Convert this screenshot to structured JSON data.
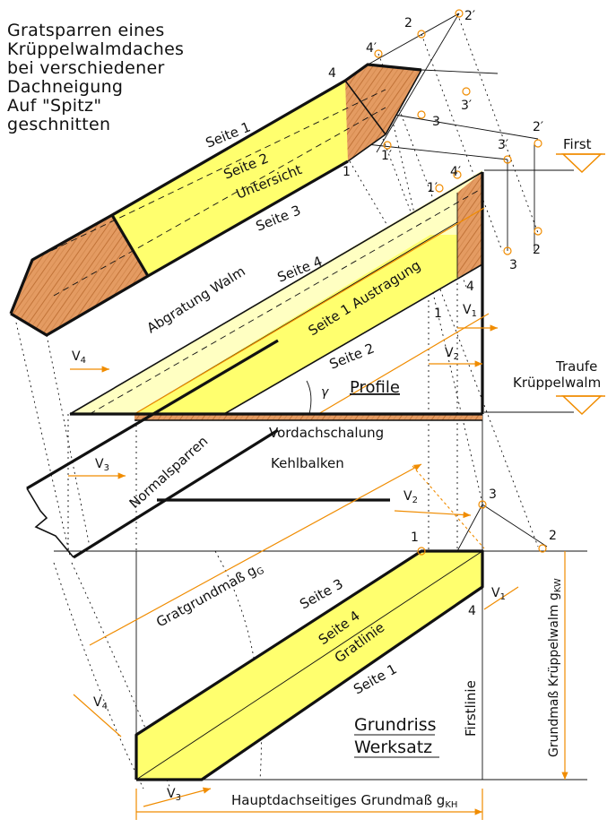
{
  "title_lines": [
    "Gratsparren eines",
    "Krüppelwalmdaches",
    "bei verschiedener",
    "Dachneigung",
    "Auf \"Spitz\"",
    "geschnitten"
  ],
  "labels": {
    "seite1_top": "Seite 1",
    "seite2_top": "Seite 2",
    "untersicht": "Untersicht",
    "seite3_top": "Seite 3",
    "seite4_mid": "Seite 4",
    "abgratung": "Abgratung Walm",
    "seite1_austragung": "Seite 1 Austragung",
    "seite2_mid": "Seite 2",
    "profile": "Profile",
    "vordachschalung": "Vordachschalung",
    "kehlbalken": "Kehlbalken",
    "normalsparren": "Normalsparren",
    "first": "First",
    "traufe": "Traufe",
    "kruppelwalm": "Krüppelwalm",
    "gratgrundmass": "Gratgrundmaß g",
    "gratgrundmass_sub": "G",
    "seite3_bottom": "Seite 3",
    "seite4_bottom": "Seite 4",
    "gratlinie": "Gratlinie",
    "seite1_bottom": "Seite 1",
    "grundriss": "Grundriss",
    "werksatz": "Werksatz",
    "firstlinie": "Firstlinie",
    "grundmass_kw": "Grundmaß Krüppelwalm g",
    "grundmass_kw_sub": "KW",
    "hauptdach": "Hauptdachseitiges Grundmaß g",
    "hauptdach_sub": "KH",
    "gamma": "γ",
    "v": "V",
    "v1": "1",
    "v2": "2",
    "v3": "3",
    "v4": "4"
  },
  "points": {
    "n1": "1",
    "n2": "2",
    "n3": "3",
    "n4": "4",
    "p1": "1′",
    "p2": "2′",
    "p3": "3′",
    "p4": "4′"
  }
}
